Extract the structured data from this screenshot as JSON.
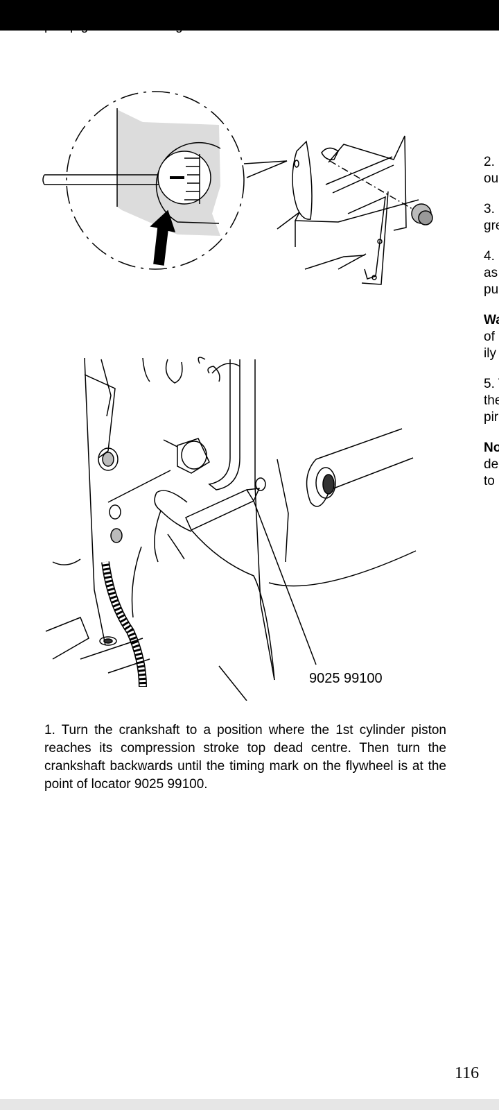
{
  "previous_text_cut": "pump governor housing.",
  "figure_label": "9025 99100",
  "right_column": [
    "2.",
    "ou",
    "3.",
    "gre",
    "4.",
    "as",
    "pu",
    "Wa",
    "of",
    "ily",
    "5. T",
    "the",
    "pir",
    "No",
    "de",
    "to"
  ],
  "step1_text": "1. Turn the crankshaft to a position where the 1st cylinder piston reaches its compression stroke top dead centre. Then turn the crankshaft backwards until the timing mark on the flywheel is at the point of locator 9025 99100.",
  "page_number": "116"
}
